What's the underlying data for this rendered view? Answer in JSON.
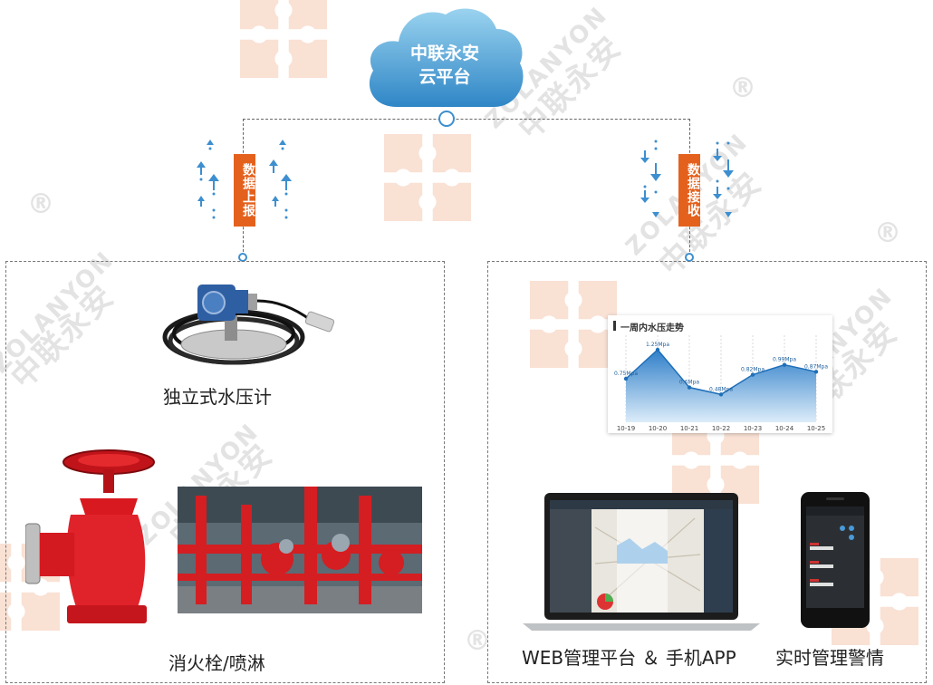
{
  "cloud": {
    "line1": "中联永安",
    "line2": "云平台"
  },
  "tags": {
    "upload": "数据上报",
    "receive": "数据接收"
  },
  "left_panel": {
    "sensor_label": "独立式水压计",
    "hydrant_label": "消火栓/喷淋"
  },
  "right_panel": {
    "platform_label": "WEB管理平台 ＆ 手机APP",
    "alarm_label": "实时管理警情"
  },
  "watermark": {
    "brand_en": "ZOLANYON",
    "brand_cn": "中联永安",
    "reg": "®"
  },
  "colors": {
    "accent_orange": "#e4611d",
    "cloud_blue": "#3d8fcf",
    "chart_blue": "#2f7fc9"
  },
  "chart_data": {
    "type": "area",
    "title": "一周内水压走势",
    "categories": [
      "10-19",
      "10-20",
      "10-21",
      "10-22",
      "10-23",
      "10-24",
      "10-25"
    ],
    "series": [
      {
        "values": [
          0.75,
          1.25,
          0.6,
          0.48,
          0.82,
          0.99,
          0.87
        ],
        "labels": [
          "0.75Mpa",
          "1.25Mpa",
          "0.6Mpa",
          "0.48Mpa",
          "0.82Mpa",
          "0.99Mpa",
          "0.87Mpa"
        ]
      }
    ],
    "ylim": [
      0,
      1.5
    ],
    "grid": true
  }
}
